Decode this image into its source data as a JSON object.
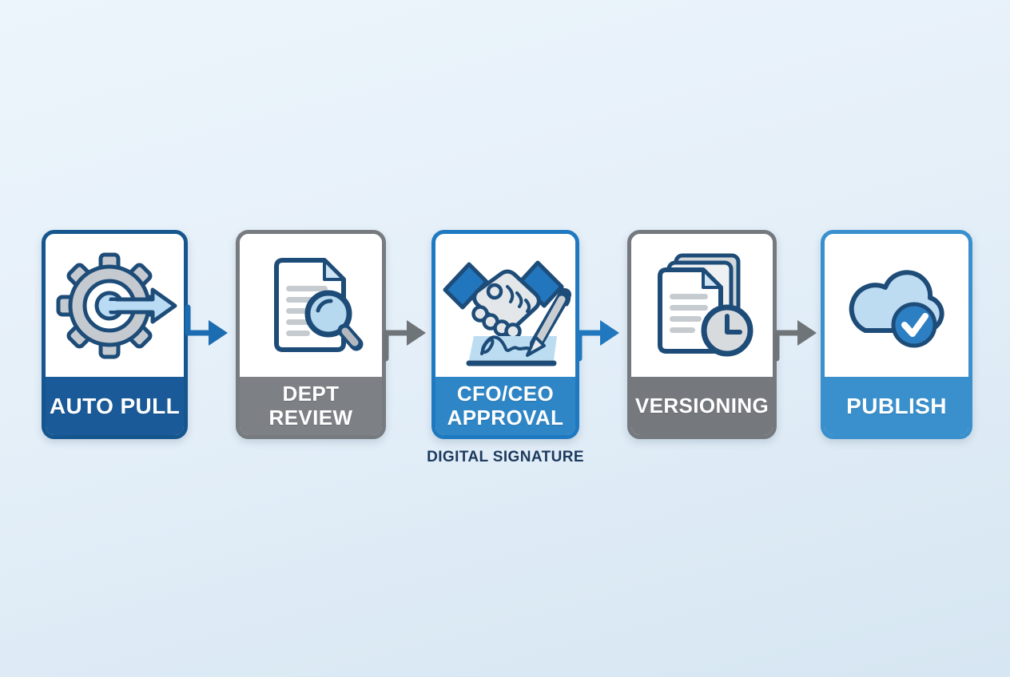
{
  "diagram": {
    "type": "workflow",
    "direction": "left-to-right",
    "steps": [
      {
        "id": "auto-pull",
        "label_line1": "AUTO PULL",
        "label_line2": "",
        "icon": "gear-arrow-icon",
        "border_color": "#15568f",
        "band_color": "#1a5a99",
        "label_color": "#ffffff"
      },
      {
        "id": "dept-review",
        "label_line1": "DEPT",
        "label_line2": "REVIEW",
        "icon": "document-magnifier-icon",
        "border_color": "#777b80",
        "band_color": "#7d8186",
        "label_color": "#ffffff"
      },
      {
        "id": "cfo-ceo-approval",
        "label_line1": "CFO/CEO",
        "label_line2": "APPROVAL",
        "icon": "handshake-signature-icon",
        "border_color": "#1f79c0",
        "band_color": "#2e86c7",
        "label_color": "#ffffff"
      },
      {
        "id": "versioning",
        "label_line1": "VERSIONING",
        "label_line2": "",
        "icon": "documents-clock-icon",
        "border_color": "#75797e",
        "band_color": "#75797e",
        "label_color": "#ffffff"
      },
      {
        "id": "publish",
        "label_line1": "PUBLISH",
        "label_line2": "",
        "icon": "cloud-check-icon",
        "border_color": "#3990cd",
        "band_color": "#3990cd",
        "label_color": "#ffffff"
      }
    ],
    "connectors": [
      {
        "from": "auto-pull",
        "to": "dept-review",
        "color": "#1b6cb0"
      },
      {
        "from": "dept-review",
        "to": "cfo-ceo-approval",
        "color": "#6f7479"
      },
      {
        "from": "cfo-ceo-approval",
        "to": "versioning",
        "color": "#2178bf"
      },
      {
        "from": "versioning",
        "to": "publish",
        "color": "#6f7479"
      }
    ],
    "annotation": {
      "text": "DIGITAL SIGNATURE",
      "attached_to": "cfo-ceo-approval",
      "color": "#1c3a5e"
    },
    "palette": {
      "background_top": "#ecf5fb",
      "background_bottom": "#d6e6f2",
      "outline_navy": "#1e4c78",
      "light_blue_fill": "#b9dcf4",
      "gray_fill": "#c5cad0"
    }
  }
}
